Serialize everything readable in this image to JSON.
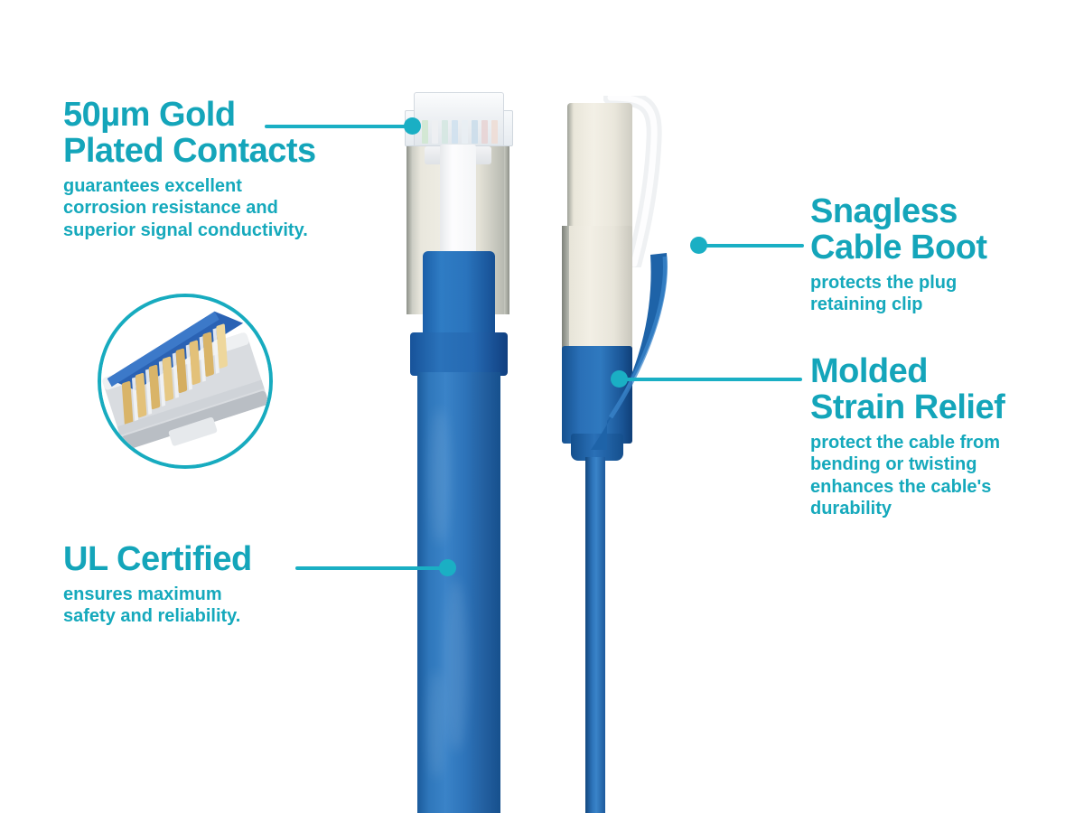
{
  "theme": {
    "accent_teal": "#17ABBF",
    "leader_teal": "#1AAFC4",
    "headline_color": "#14A5BA",
    "body_color": "#15A9BC",
    "cable_blue": "#2a70b7",
    "shield_silver": "#f1efe6",
    "background": "#ffffff"
  },
  "callouts": {
    "gold_contacts": {
      "headline": "50µm Gold\nPlated Contacts",
      "body": "guarantees excellent\ncorrosion resistance and\nsuperior signal conductivity."
    },
    "ul_certified": {
      "headline": "UL Certified",
      "body": "ensures maximum\nsafety and reliability."
    },
    "snagless_boot": {
      "headline": "Snagless\nCable Boot",
      "body": "protects the plug\nretaining clip"
    },
    "strain_relief": {
      "headline": "Molded\nStrain Relief",
      "body": "protect the cable from\nbending or twisting\nenhances the cable's\ndurability"
    }
  },
  "product": {
    "front_plug_label": "shielded-rj45-plug-front-view",
    "side_plug_label": "shielded-rj45-plug-side-view",
    "cable_label": "flat-blue-ethernet-cable",
    "inset_label": "gold-plated-contacts-closeup"
  },
  "wire_pairs": [
    {
      "color": "#cfe6cf"
    },
    {
      "color": "#eef0f2"
    },
    {
      "color": "#d4e6e0"
    },
    {
      "color": "#cfe0ef"
    },
    {
      "color": "#e9eef3"
    },
    {
      "color": "#c9dcea"
    },
    {
      "color": "#e8d2d2"
    },
    {
      "color": "#efdcd4"
    }
  ]
}
